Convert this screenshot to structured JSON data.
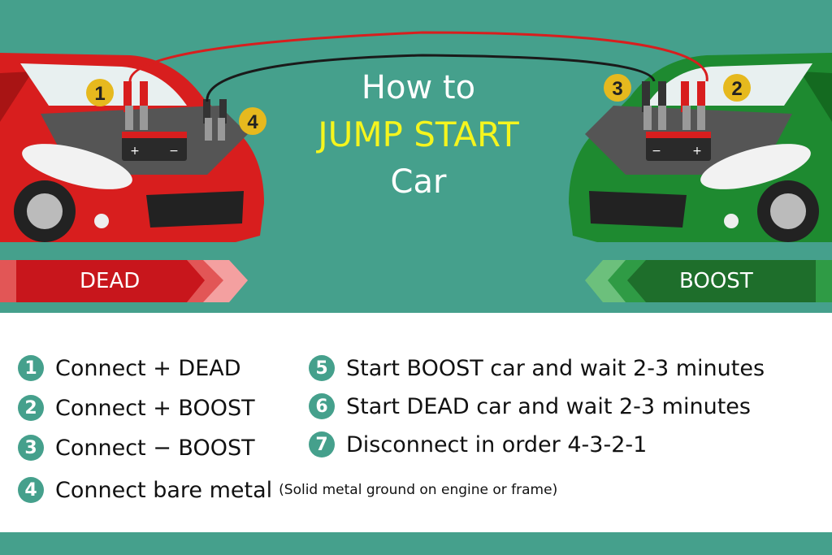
{
  "title": {
    "line1": "How to",
    "line2": "JUMP START",
    "line3": "Car"
  },
  "dead_car": {
    "label": "DEAD",
    "color": "#d81e1e",
    "battery": {
      "plus": "+",
      "minus": "−"
    },
    "markers": [
      "1",
      "4"
    ]
  },
  "boost_car": {
    "label": "BOOST",
    "color": "#1e8a30",
    "battery": {
      "plus": "+",
      "minus": "−"
    },
    "markers": [
      "3",
      "2"
    ]
  },
  "steps": [
    {
      "num": "1",
      "text": "Connect + DEAD"
    },
    {
      "num": "2",
      "text": "Connect + BOOST"
    },
    {
      "num": "3",
      "text": "Connect − BOOST"
    },
    {
      "num": "4",
      "text": "Connect bare metal",
      "note": "(Solid metal ground on engine or frame)"
    },
    {
      "num": "5",
      "text": "Start BOOST car and wait 2-3 minutes"
    },
    {
      "num": "6",
      "text": "Start DEAD car and wait 2-3 minutes"
    },
    {
      "num": "7",
      "text": "Disconnect in order 4-3-2-1"
    }
  ],
  "colors": {
    "background": "#45a08c",
    "title_highlight": "#f5f51e",
    "marker": "#e6b91e",
    "step_circle": "#45a08c"
  }
}
